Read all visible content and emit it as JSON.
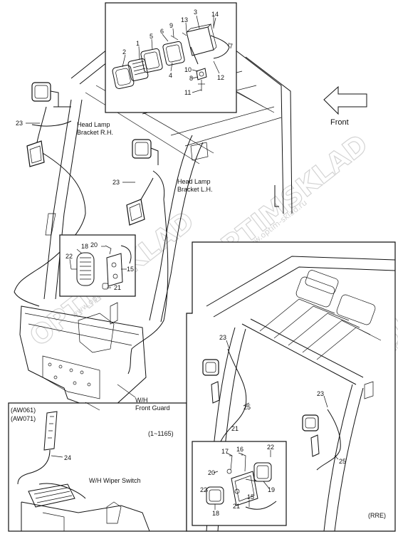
{
  "labels": {
    "front": "Front",
    "head_lamp_rh_1": "Head Lamp",
    "head_lamp_rh_2": "Bracket R.H.",
    "head_lamp_lh_1": "Head Lamp",
    "head_lamp_lh_2": "Bracket L.H.",
    "wh_front_guard_1": "W/H",
    "wh_front_guard_2": "Front Guard",
    "aw061": "(AW061)",
    "aw071": "(AW071)",
    "range_1_1165": "(1~1165)",
    "wiper_switch": "W/H Wiper Switch",
    "rre": "(RRE)"
  },
  "callouts": {
    "top_inset": [
      "3",
      "14",
      "13",
      "9",
      "6",
      "5",
      "1",
      "2",
      "4",
      "7",
      "12",
      "10",
      "8",
      "11"
    ],
    "main": [
      "23",
      "23"
    ],
    "mid_inset": [
      "18",
      "20",
      "22",
      "15",
      "21"
    ],
    "bottom_left": [
      "24"
    ],
    "bottom_right": [
      "23",
      "25",
      "21",
      "23",
      "25",
      "17",
      "16",
      "22",
      "20",
      "19",
      "22",
      "15",
      "21",
      "18"
    ]
  },
  "watermarks": [
    "OPTIMSKLAD",
    "www.optim-sklad.ru"
  ]
}
